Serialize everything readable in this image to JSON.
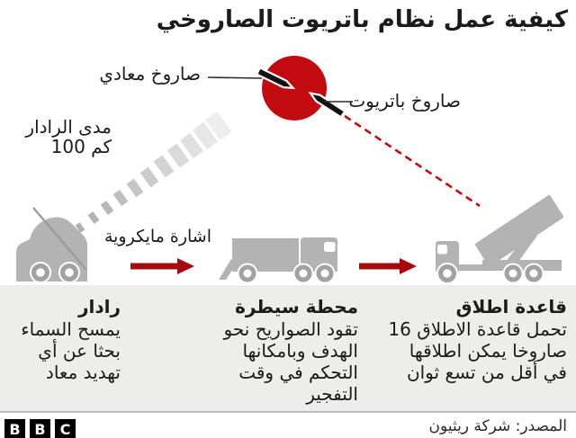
{
  "title": "كيفية عمل نظام باتريوت الصاروخي",
  "callouts": {
    "enemy_missile": "صاروخ معادي",
    "patriot_missile": "صاروخ باتريوت",
    "radar_range_line1": "مدى الرادار",
    "radar_range_line2": "100 كم",
    "microwave_signal": "اشارة مايكروية"
  },
  "columns": [
    {
      "heading": "رادار",
      "lines": [
        "يمسح السماء",
        "بحثا عن أي",
        "تهديد معاد"
      ]
    },
    {
      "heading": "محطة سيطرة",
      "lines": [
        "تقود الصواريح نحو",
        "الهدف وبامكانها",
        "التحكم في وقت",
        "التفجير"
      ]
    },
    {
      "heading": "قاعدة اطلاق",
      "lines": [
        "تحمل قاعدة الاطلاق 16",
        "صاروخا يمكن اطلاقها",
        "في أقل من تسع ثوان"
      ]
    }
  ],
  "footer": {
    "logo_letters": [
      "B",
      "B",
      "C"
    ],
    "source": "المصدر: شركة ريثيون"
  },
  "colors": {
    "red": "#c20a11",
    "arrow_red": "#a50b0e",
    "vehicle_gray": "#b3b3b3",
    "panel_gray": "#ededeb"
  }
}
